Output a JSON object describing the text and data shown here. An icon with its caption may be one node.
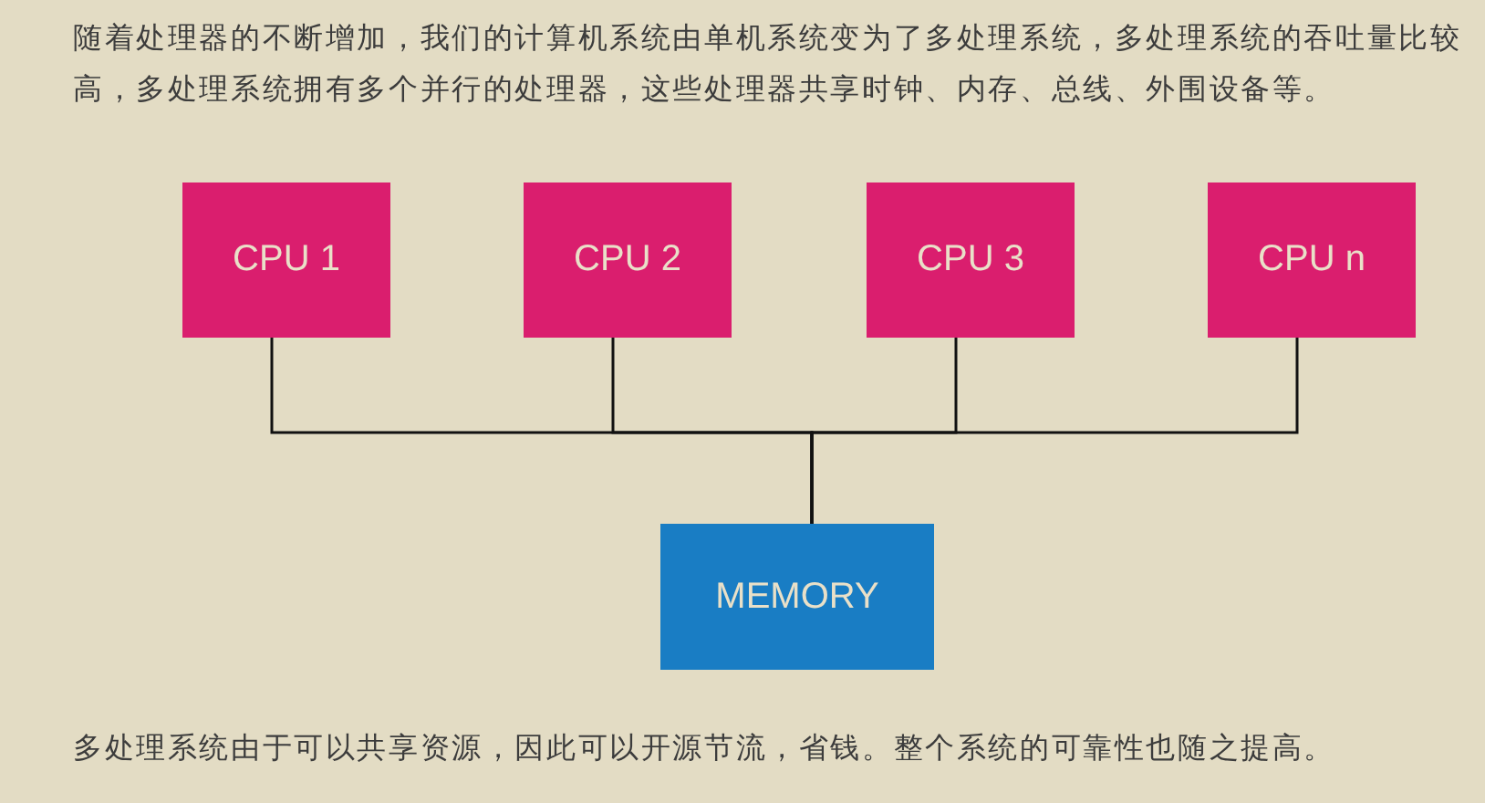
{
  "diagram": {
    "nodes": [
      {
        "text": [
          "CPU 1"
        ]
      },
      {
        "text": [
          "CPU 2"
        ]
      },
      {
        "text": [
          "CPU 3"
        ]
      },
      {
        "text": [
          "CPU n"
        ]
      },
      {
        "text": [
          "MEMORY"
        ]
      }
    ],
    "edges": [
      {
        "from": 0,
        "to": 4,
        "arrow": "none"
      },
      {
        "from": 1,
        "to": 4,
        "arrow": "none"
      },
      {
        "from": 2,
        "to": 4,
        "arrow": "none"
      },
      {
        "from": 3,
        "to": 4,
        "arrow": "none"
      }
    ],
    "labels": [
      "随着处理器的不断增加，我们的计算机系统由单机系统变为了多处理系统，多处理系统的吞吐量比较高，多处理系统拥有多个并行的处理器，这些处理器共享时钟、内存、总线、外围设备等。",
      "多处理系统由于可以共享资源，因此可以开源节流，省钱。整个系统的可靠性也随之提高。"
    ]
  }
}
